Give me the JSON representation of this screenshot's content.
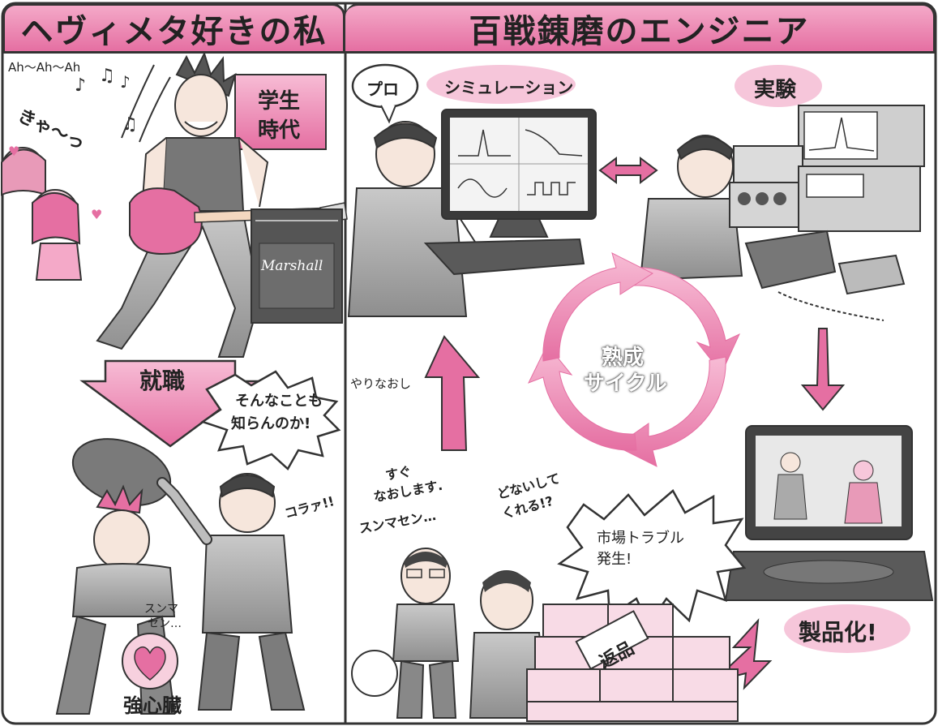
{
  "panels": {
    "left": {
      "title": "ヘヴィメタ好きの私",
      "chant": "Ah～Ah～Ah",
      "scream": "きゃ～っ",
      "student_sign": [
        "学生",
        "時代"
      ],
      "amp_brand": "Marshall",
      "arrow_label": "就職",
      "boss_shout": [
        "そんなことも",
        "知らんのか!"
      ],
      "hit_sound": "コラァ!!",
      "apology": [
        "スンマ",
        "セン…"
      ],
      "heart_caption": "強心臓"
    },
    "right": {
      "title": "百戦錬磨のエンジニア",
      "pro_bubble": "プロ",
      "simulation_label": "シミュレーション",
      "experiment_label": "実験",
      "cycle_label": [
        "熟成",
        "サイクル"
      ],
      "redo_label": "やりなおし",
      "product_label": "製品化!",
      "returns_label": "返品",
      "staff_apology": [
        "すぐ",
        "なおします.",
        "スンマセン…"
      ],
      "boss_question": [
        "どないして",
        "くれる!?"
      ],
      "trouble_bubble": [
        "市場トラブル",
        "発生!"
      ]
    }
  },
  "colors": {
    "pink": "#e56fa2",
    "pink_light": "#f4a9c8",
    "ink": "#333333",
    "gray": "#9a9a9a"
  }
}
